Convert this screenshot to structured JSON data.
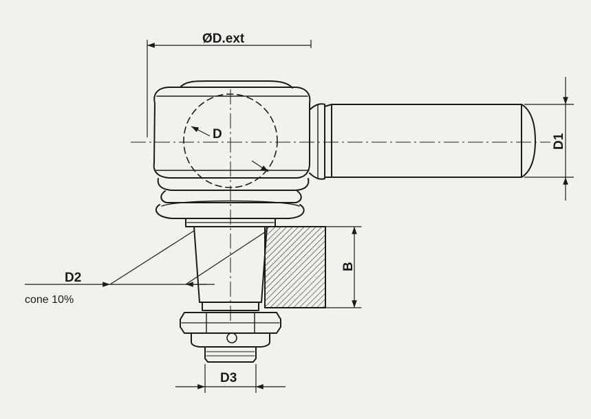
{
  "labels": {
    "d_ext": "ØD.ext",
    "d": "D",
    "d1": "D1",
    "d2": "D2",
    "cone": "cone  10%",
    "b": "B",
    "d3": "D3"
  },
  "colors": {
    "ink": "#1a1a1a",
    "paper": "#f2f1ee"
  }
}
